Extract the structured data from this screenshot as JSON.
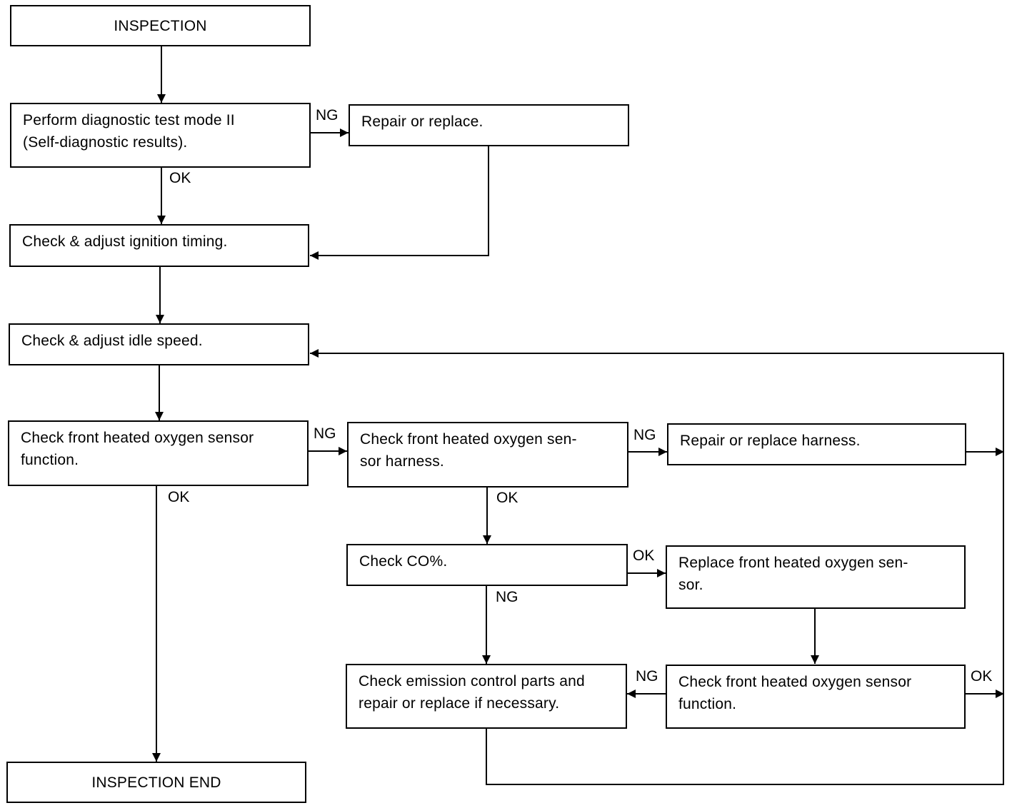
{
  "colors": {
    "line": "#000000",
    "background": "#ffffff"
  },
  "nodes": {
    "inspection": "INSPECTION",
    "diag_test": [
      "Perform diagnostic test mode II",
      "(Self-diagnostic results)."
    ],
    "repair_replace": "Repair or replace.",
    "ignition": "Check & adjust ignition timing.",
    "idle": "Check & adjust idle speed.",
    "o2_func": [
      "Check front heated oxygen sensor",
      "function."
    ],
    "o2_harness": [
      "Check front heated oxygen sen-",
      "sor harness."
    ],
    "repair_harness": "Repair or replace harness.",
    "co": "Check CO%.",
    "replace_o2": [
      "Replace front heated oxygen sen-",
      "sor."
    ],
    "emission": [
      "Check emission control parts and",
      "repair or replace if necessary."
    ],
    "o2_func2": [
      "Check front heated oxygen sensor",
      "function."
    ],
    "end": "INSPECTION END"
  },
  "edge_labels": {
    "diag_ng": "NG",
    "diag_ok": "OK",
    "o2_ng": "NG",
    "o2_ok": "OK",
    "harness_ng": "NG",
    "harness_ok": "OK",
    "co_ok": "OK",
    "co_ng": "NG",
    "func2_ng": "NG",
    "func2_ok": "OK"
  }
}
